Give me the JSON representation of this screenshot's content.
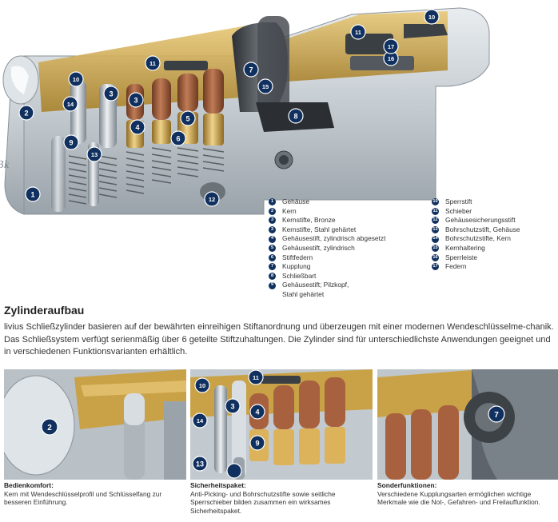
{
  "hero": {
    "markers": [
      {
        "n": "1"
      },
      {
        "n": "2"
      },
      {
        "n": "3"
      },
      {
        "n": "3"
      },
      {
        "n": "4"
      },
      {
        "n": "5"
      },
      {
        "n": "6"
      },
      {
        "n": "7"
      },
      {
        "n": "8"
      },
      {
        "n": "9"
      },
      {
        "n": "10"
      },
      {
        "n": "10"
      },
      {
        "n": "11"
      },
      {
        "n": "11"
      },
      {
        "n": "12"
      },
      {
        "n": "13"
      },
      {
        "n": "14"
      },
      {
        "n": "15"
      },
      {
        "n": "16"
      },
      {
        "n": "17"
      }
    ],
    "brand_mark": "Bk"
  },
  "legend": {
    "left": [
      {
        "n": "1",
        "label": "Gehäuse"
      },
      {
        "n": "2",
        "label": "Kern"
      },
      {
        "n": "3",
        "label": "Kernstifte, Bronze"
      },
      {
        "n": "3",
        "label": "Kernstifte, Stahl gehärtet"
      },
      {
        "n": "4",
        "label": "Gehäusestift, zylindrisch abgesetzt"
      },
      {
        "n": "5",
        "label": "Gehäusestift, zylindrisch"
      },
      {
        "n": "6",
        "label": "Stiftfedern"
      },
      {
        "n": "7",
        "label": "Kupplung"
      },
      {
        "n": "8",
        "label": "Schließbart"
      },
      {
        "n": "9",
        "label": "Gehäusestift; Pilzkopf,",
        "cont": "Stahl gehärtet"
      }
    ],
    "right": [
      {
        "n": "10",
        "label": "Sperrstift"
      },
      {
        "n": "11",
        "label": "Schieber"
      },
      {
        "n": "12",
        "label": "Gehäusesicherungsstift"
      },
      {
        "n": "13",
        "label": "Bohrschutzstift, Gehäuse"
      },
      {
        "n": "14",
        "label": "Bohrschutzstifte, Kern"
      },
      {
        "n": "15",
        "label": "Kernhaltering"
      },
      {
        "n": "16",
        "label": "Sperrleiste"
      },
      {
        "n": "17",
        "label": "Federn"
      }
    ]
  },
  "section": {
    "title": "Zylinderaufbau",
    "intro": "livius Schließzylinder basieren auf der bewährten einreihigen Stiftanordnung und überzeugen mit einer modernen Wendeschlüsselme-chanik. Das Schließsystem verfügt serienmäßig über 6 geteilte Stiftzuhaltungen. Die Zylinder sind für unterschiedlichste Anwendungen geeignet und in verschiedenen Funktionsvarianten erhältlich."
  },
  "thumbs": [
    {
      "markers": [
        "2"
      ],
      "caption_title": "Bedienkomfort:",
      "caption_text": "Kern mit Wendeschlüsselprofil und Schlüsselfang zur besseren Einführung."
    },
    {
      "markers": [
        "10",
        "11",
        "14",
        "3",
        "4",
        "9",
        "13"
      ],
      "caption_title": "Sicherheitspaket:",
      "caption_text": "Anti-Picking- und Bohrschutzstifte sowie seitliche Sperrschieber bilden zusammen ein wirksames Sicherheitspaket."
    },
    {
      "markers": [
        "7"
      ],
      "caption_title": "Sonderfunktionen:",
      "caption_text": "Verschiedene Kupplungsarten ermöglichen wichtige Merkmale wie die Not-, Gefahren- und Freilauffunktion."
    }
  ],
  "colors": {
    "badge": "#10305f",
    "brass": "#c9a247",
    "bronze": "#9a5a3a",
    "steel": "#b8bec4"
  }
}
